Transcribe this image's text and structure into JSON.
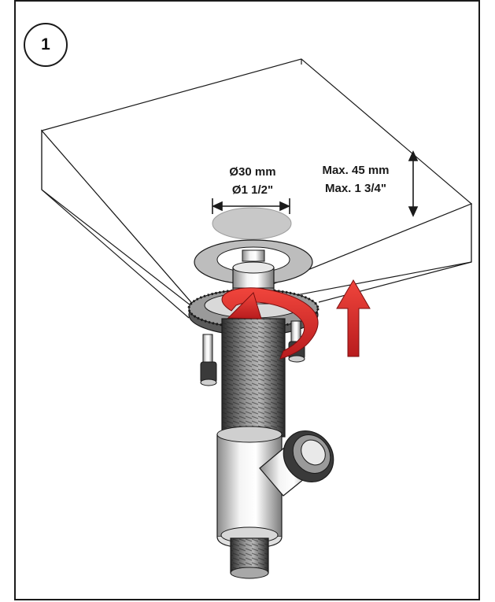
{
  "step": {
    "number": "1"
  },
  "dimensions": {
    "hole_diameter_metric": "Ø30 mm",
    "hole_diameter_imperial": "Ø1 1/2\"",
    "max_thickness_metric": "Max. 45 mm",
    "max_thickness_imperial": "Max. 1 3/4\""
  },
  "colors": {
    "arrow": "#e0322a",
    "arrow_dark": "#a8171a",
    "line": "#1a1a1a",
    "metal_light": "#f2f2f2",
    "metal_dark": "#6b6b6b",
    "washer": "#bdbdbd"
  },
  "icons": [
    "rotate-arrow-icon",
    "up-arrow-icon"
  ]
}
